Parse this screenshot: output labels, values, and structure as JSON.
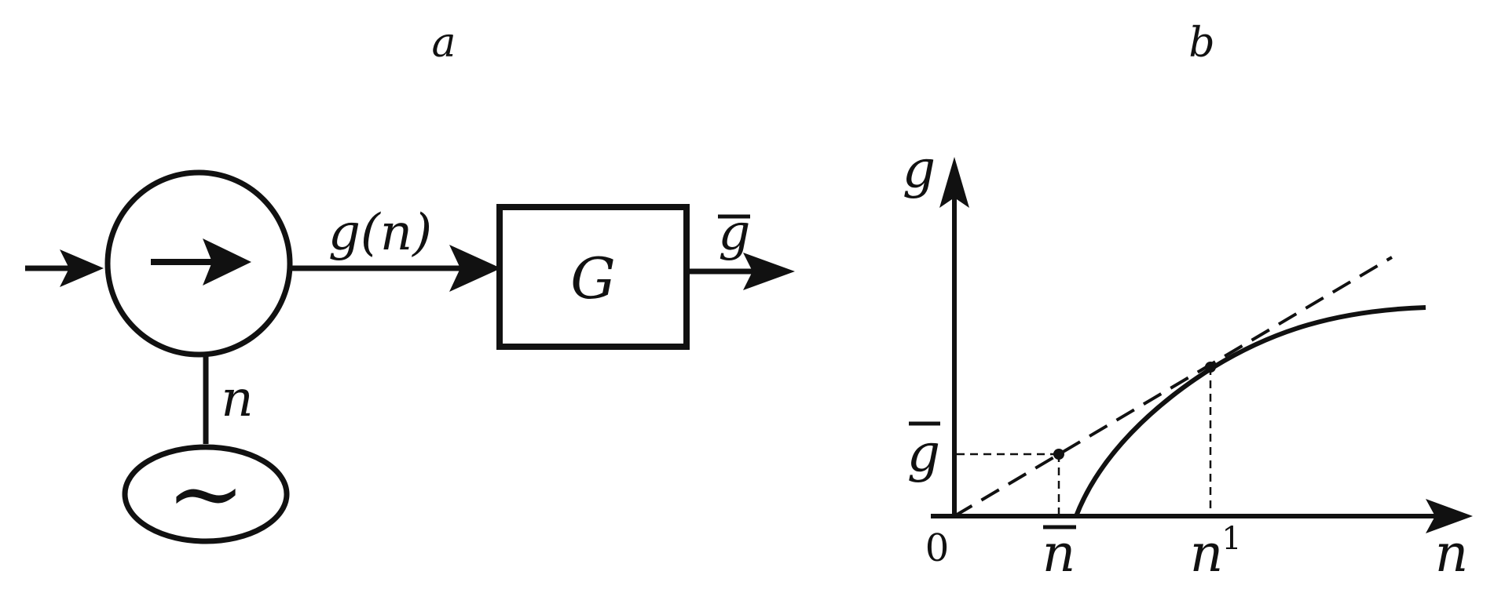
{
  "panels": {
    "a": {
      "panel_label": "a",
      "signal_label": "g(n)",
      "block_label": "G",
      "output_label": "g",
      "noise_label": "n",
      "source_symbol": "~"
    },
    "b": {
      "panel_label": "b",
      "y_axis_label": "g",
      "x_axis_label": "n",
      "origin_label": "0",
      "y_mark_label": "g",
      "x_mark_mean_label": "n",
      "x_mark_n1_base": "n",
      "x_mark_n1_sup": "1"
    }
  },
  "colors": {
    "ink": "#111111",
    "background": "#ffffff"
  }
}
